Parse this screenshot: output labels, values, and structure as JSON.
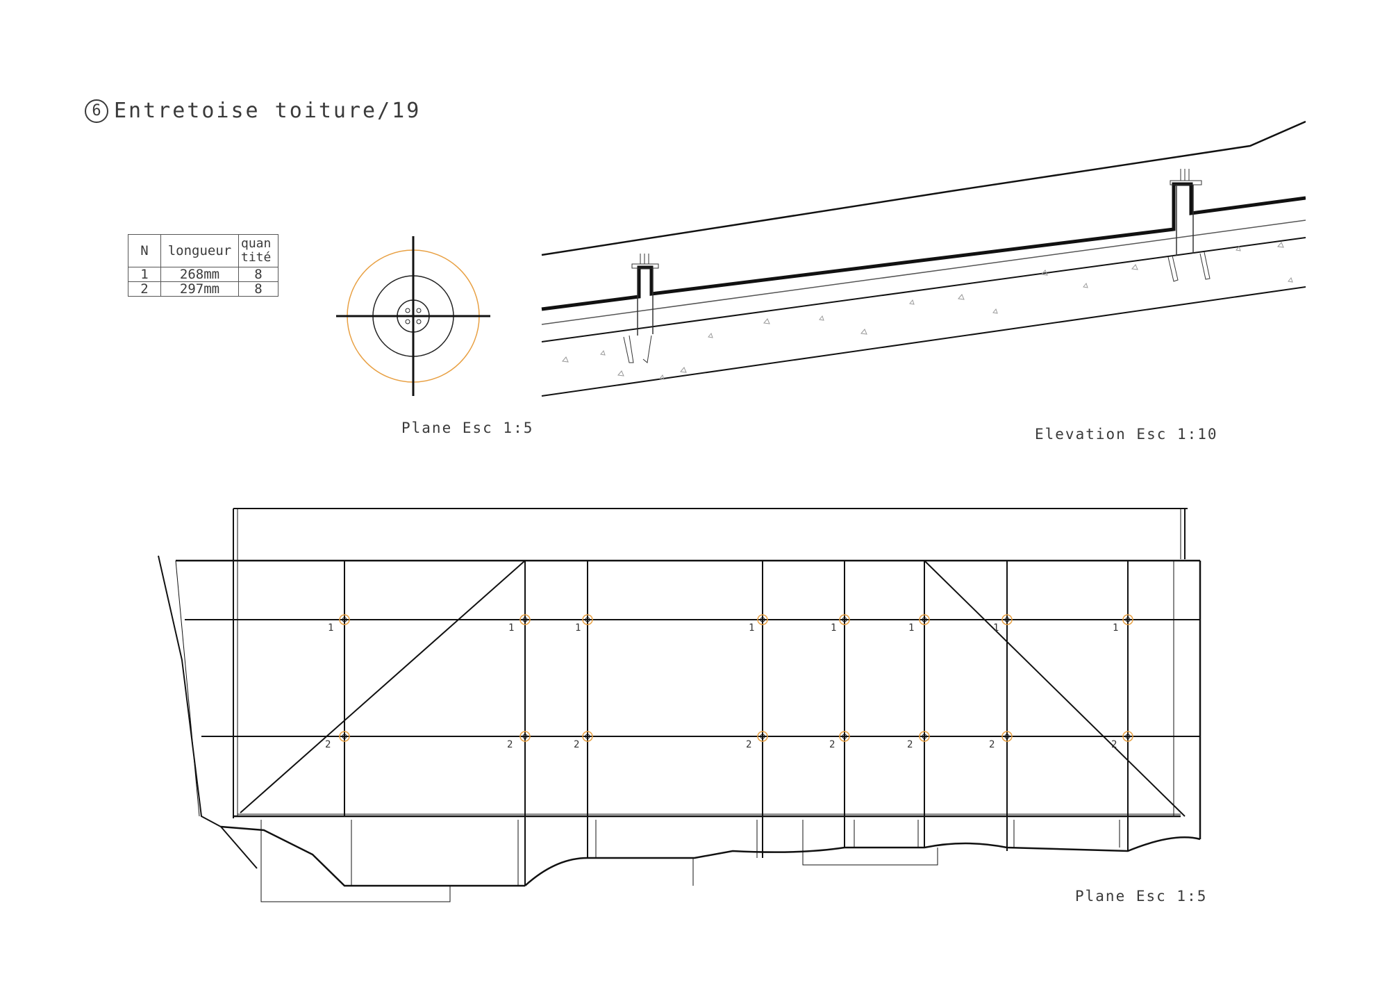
{
  "title": {
    "number": "6",
    "text": "Entretoise toiture/19"
  },
  "table": {
    "headers": [
      "N",
      "longueur",
      "quan\ntité"
    ],
    "rows": [
      [
        "1",
        "268mm",
        "8"
      ],
      [
        "2",
        "297mm",
        "8"
      ]
    ]
  },
  "captions": {
    "plan_detail": "Plane Esc 1:5",
    "elevation": "Elevation Esc 1:10",
    "plan_roof": "Plane Esc 1:5"
  },
  "markers": {
    "row1": "1",
    "row2": "2"
  },
  "colors": {
    "line": "#111111",
    "accent": "#e8a043",
    "thin": "#555555"
  }
}
